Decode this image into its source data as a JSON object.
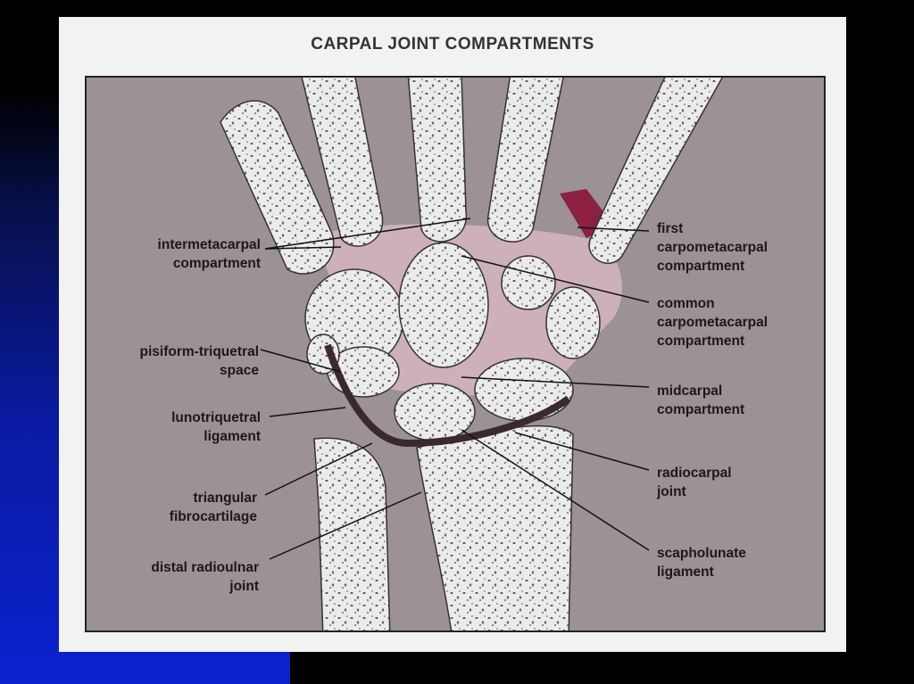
{
  "title": "CARPAL JOINT COMPARTMENTS",
  "labels": {
    "intermetacarpal": [
      "intermetacarpal",
      "compartment"
    ],
    "pisiform": [
      "pisiform-triquetral",
      "space"
    ],
    "lunotriquetral": [
      "lunotriquetral",
      "ligament"
    ],
    "tfcc": [
      "triangular",
      "fibrocartilage"
    ],
    "druj": [
      "distal radioulnar",
      "joint"
    ],
    "first_cmc": [
      "first",
      "carpometacarpal",
      "compartment"
    ],
    "common_cmc": [
      "common",
      "carpometacarpal",
      "compartment"
    ],
    "midcarpal": [
      "midcarpal",
      "compartment"
    ],
    "radiocarpal": [
      "radiocarpal",
      "joint"
    ],
    "scapholunate": [
      "scapholunate",
      "ligament"
    ]
  },
  "colors": {
    "background": "#9b9196",
    "bone": "#ecebeb",
    "compartment": "#cdb0bb",
    "first_cmc": "#8c2040",
    "radiocarpal_line": "#3a2a30"
  }
}
